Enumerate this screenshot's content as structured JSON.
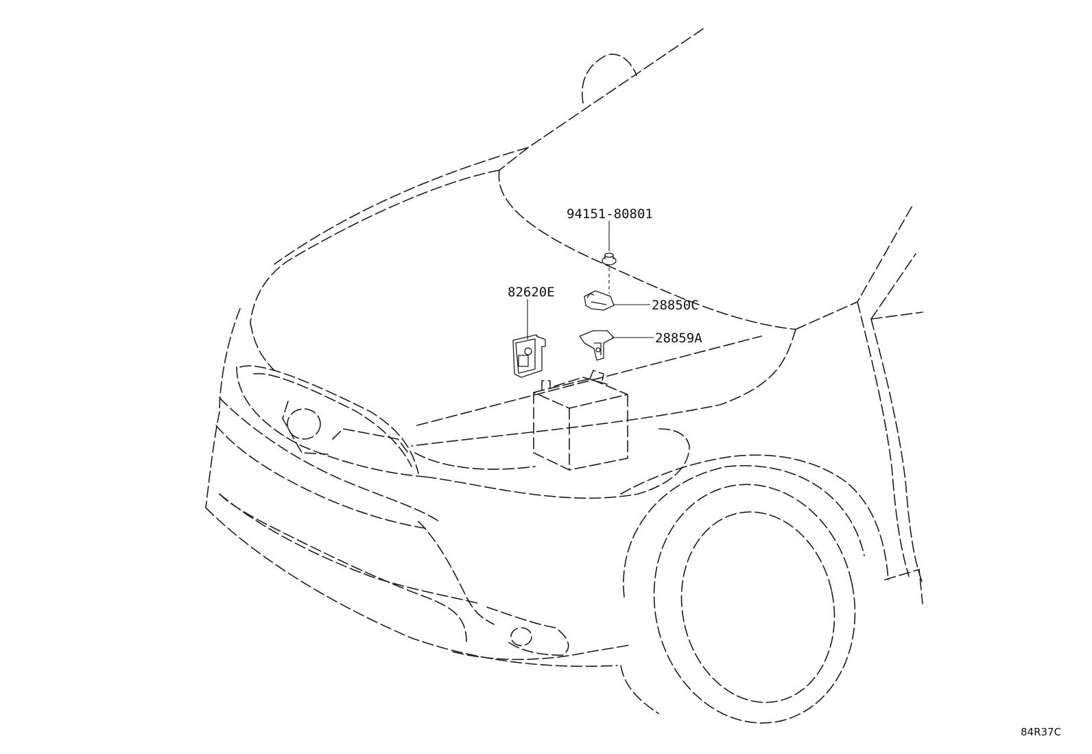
{
  "callouts": [
    {
      "id": "bolt",
      "part_number": "94151-80801"
    },
    {
      "id": "relay-block",
      "part_number": "82620E"
    },
    {
      "id": "bracket-upper",
      "part_number": "28850C"
    },
    {
      "id": "bracket-lower",
      "part_number": "28859A"
    }
  ],
  "illustration_code": "84R37C"
}
